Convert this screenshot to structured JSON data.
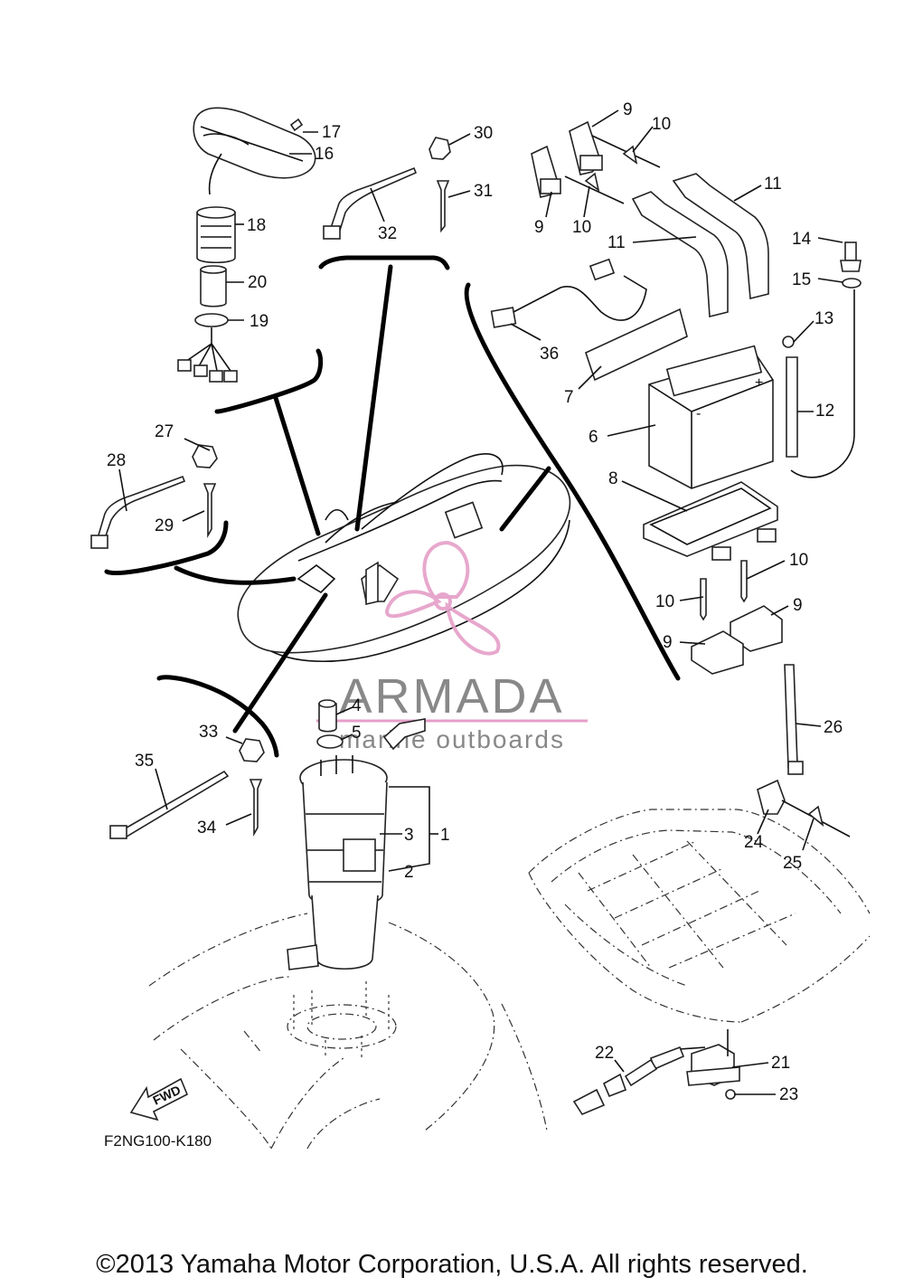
{
  "diagram_code": "F2NG100-K180",
  "copyright": "©2013 Yamaha Motor Corporation, U.S.A. All rights reserved.",
  "watermark": {
    "name": "ARMADA",
    "tagline": "marine outboards",
    "color": "#e59ec8"
  },
  "fwd_label": "FWD",
  "battery_plus": "+",
  "battery_minus": "-",
  "callouts": [
    "1",
    "2",
    "3",
    "4",
    "5",
    "6",
    "7",
    "8",
    "9",
    "9",
    "9",
    "9",
    "10",
    "10",
    "10",
    "10",
    "11",
    "11",
    "12",
    "13",
    "14",
    "15",
    "16",
    "17",
    "18",
    "19",
    "20",
    "21",
    "22",
    "23",
    "24",
    "25",
    "26",
    "27",
    "28",
    "29",
    "30",
    "31",
    "32",
    "33",
    "34",
    "35",
    "36"
  ]
}
